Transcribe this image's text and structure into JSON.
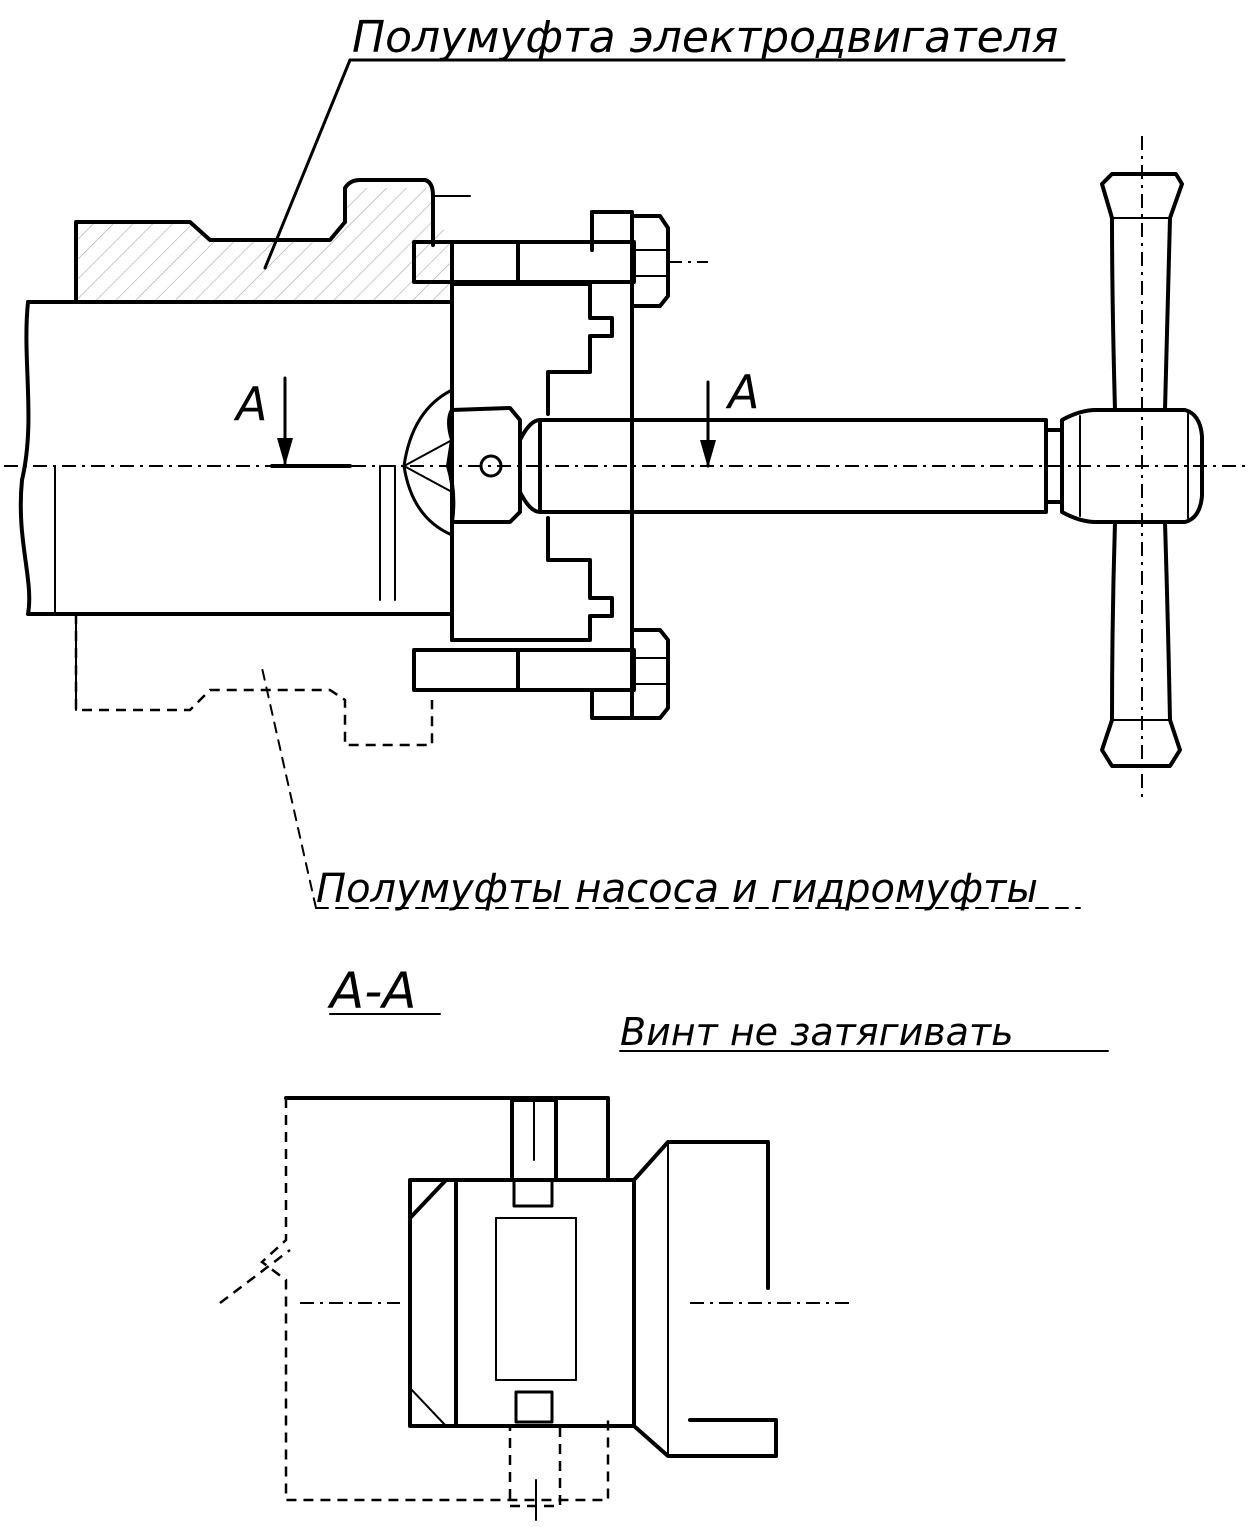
{
  "labels": {
    "motor_half_coupling": "Полумуфта электродвигателя",
    "pump_half_couplings": "Полумуфты насоса и гидромуфты",
    "section_mark_left": "A",
    "section_mark_right": "A",
    "section_title": "A-A",
    "screw_note": "Винт не затягивать"
  }
}
